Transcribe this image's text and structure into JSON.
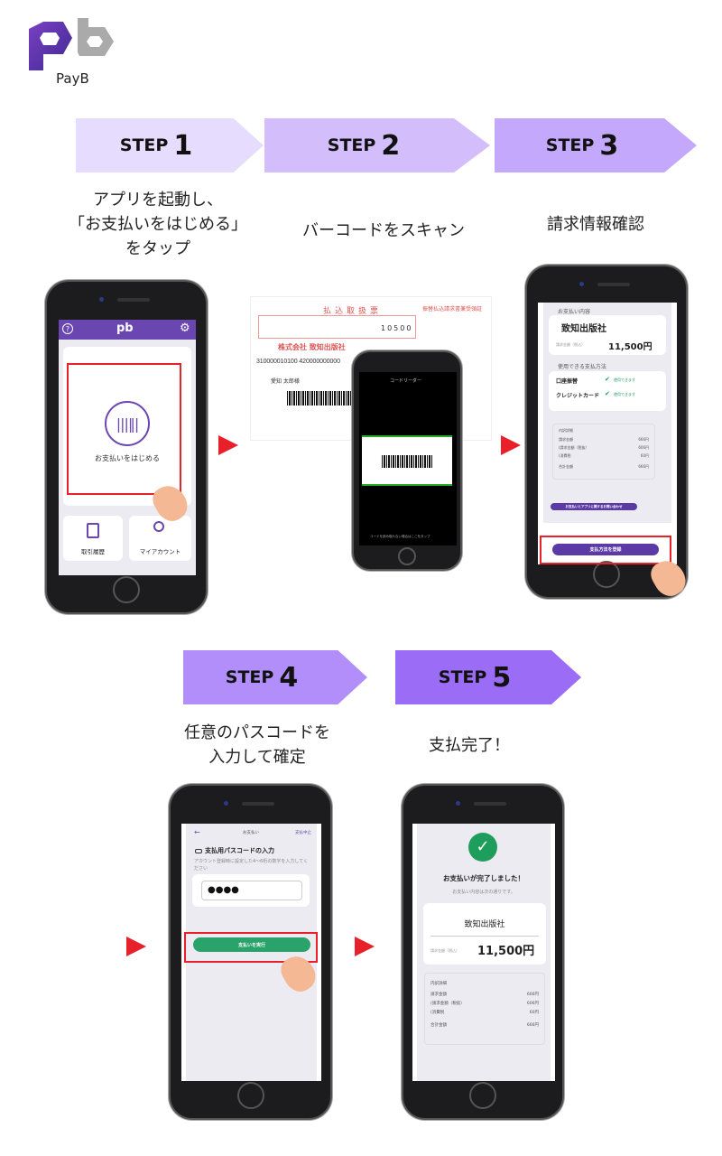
{
  "logo": {
    "text": "PayB"
  },
  "steps": [
    {
      "word": "STEP",
      "num": "1",
      "caption": "アプリを起動し、\n「お支払いをはじめる」\nをタップ",
      "color": "#e6dcfd"
    },
    {
      "word": "STEP",
      "num": "2",
      "caption": "バーコードをスキャン",
      "color": "#d3bdfb"
    },
    {
      "word": "STEP",
      "num": "3",
      "caption": "請求情報確認",
      "color": "#c4a8fb"
    },
    {
      "word": "STEP",
      "num": "4",
      "caption": "任意のパスコードを\n入力して確定",
      "color": "#b18ef9"
    },
    {
      "word": "STEP",
      "num": "5",
      "caption": "支払完了！",
      "color": "#9b6cf6"
    }
  ],
  "phone1": {
    "start": "お支払いをはじめる",
    "history": "取引履歴",
    "account": "マイアカウント"
  },
  "phone2": {
    "doc_title": "払込取扱票",
    "doc_title2": "振替払込請求書兼受領証",
    "company": "株式会社 致知出版社",
    "amount": "10500",
    "code": "310000010100 420000000000",
    "payer": "愛知 太郎様",
    "reader_title": "コードリーダー",
    "hint": "コードを読み取れない場合はここをタップ"
  },
  "phone3": {
    "section1": "お支払い内容",
    "payee": "致知出版社",
    "amount_label": "請求金額（税込）",
    "amount": "11,500円",
    "section2": "使用できる支払方法",
    "methods": [
      {
        "name": "口座振替",
        "status": "使用できます"
      },
      {
        "name": "クレジットカード",
        "status": "使用できます"
      }
    ],
    "detail_title": "内訳詳細",
    "details": [
      {
        "k": "請求金額",
        "v": "666円"
      },
      {
        "k": "(請求金額（税抜）",
        "v": "606円"
      },
      {
        "k": "(消費税",
        "v": "60円"
      },
      {
        "k": "合計金額",
        "v": "666円"
      }
    ],
    "inquiry": "お支払いとアプリに関するお問い合わせ",
    "register": "支払方法を登録"
  },
  "phone4": {
    "back": "←",
    "title": "お支払い",
    "cancel": "支払中止",
    "heading": "支払用パスコードの入力",
    "desc": "アカウント登録時に設定した4〜6桁の数字を入力してください",
    "passcode": "●●●●",
    "submit": "支払いを実行"
  },
  "phone5": {
    "done": "お支払いが完了しました！",
    "sub": "お支払い内容は次の通りです。",
    "payee": "致知出版社",
    "amount_label": "請求金額（税込）",
    "amount": "11,500円",
    "detail_title": "内訳詳細",
    "details": [
      {
        "k": "請求金額",
        "v": "666円"
      },
      {
        "k": "(請求金額（税抜）",
        "v": "606円"
      },
      {
        "k": "(消費税",
        "v": "60円"
      },
      {
        "k": "合計金額",
        "v": "666円"
      }
    ]
  }
}
